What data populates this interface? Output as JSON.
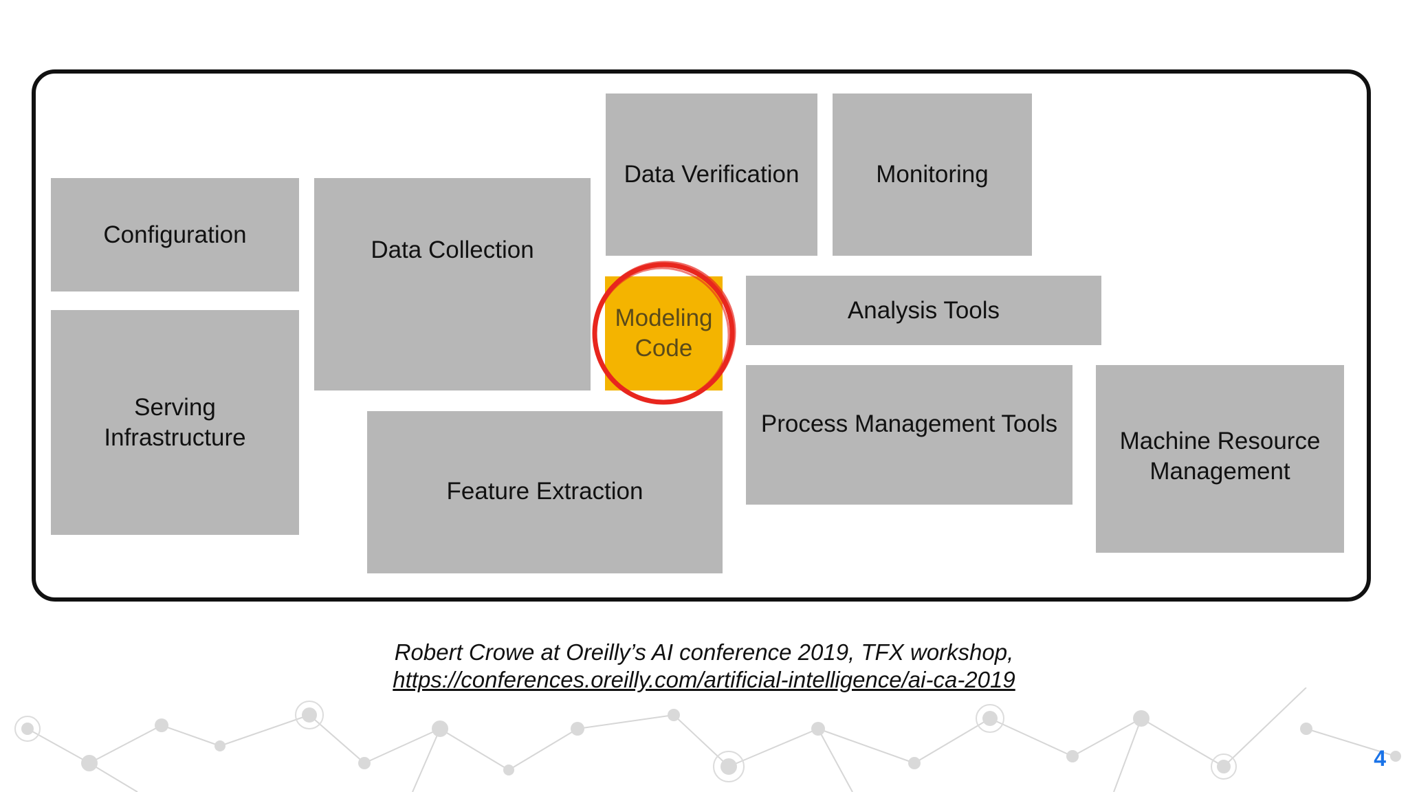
{
  "boxes": {
    "configuration": "Configuration",
    "serving_infrastructure": "Serving\nInfrastructure",
    "data_collection": "Data Collection",
    "data_verification": "Data Verification",
    "monitoring": "Monitoring",
    "analysis_tools": "Analysis Tools",
    "process_management_tools": "Process Management Tools",
    "machine_resource_management": "Machine Resource\nManagement",
    "feature_extraction": "Feature Extraction",
    "modeling_code": "Modeling\nCode"
  },
  "colors": {
    "box_gray": "#b7b7b7",
    "highlight_yellow": "#f4b400",
    "circle_red": "#e8261e",
    "page_number_blue": "#1a73e8"
  },
  "caption": {
    "line1": "Robert Crowe at Oreilly’s AI conference 2019, TFX workshop,",
    "line2": "https://conferences.oreilly.com/artificial-intelligence/ai-ca-2019"
  },
  "page_number": "4"
}
